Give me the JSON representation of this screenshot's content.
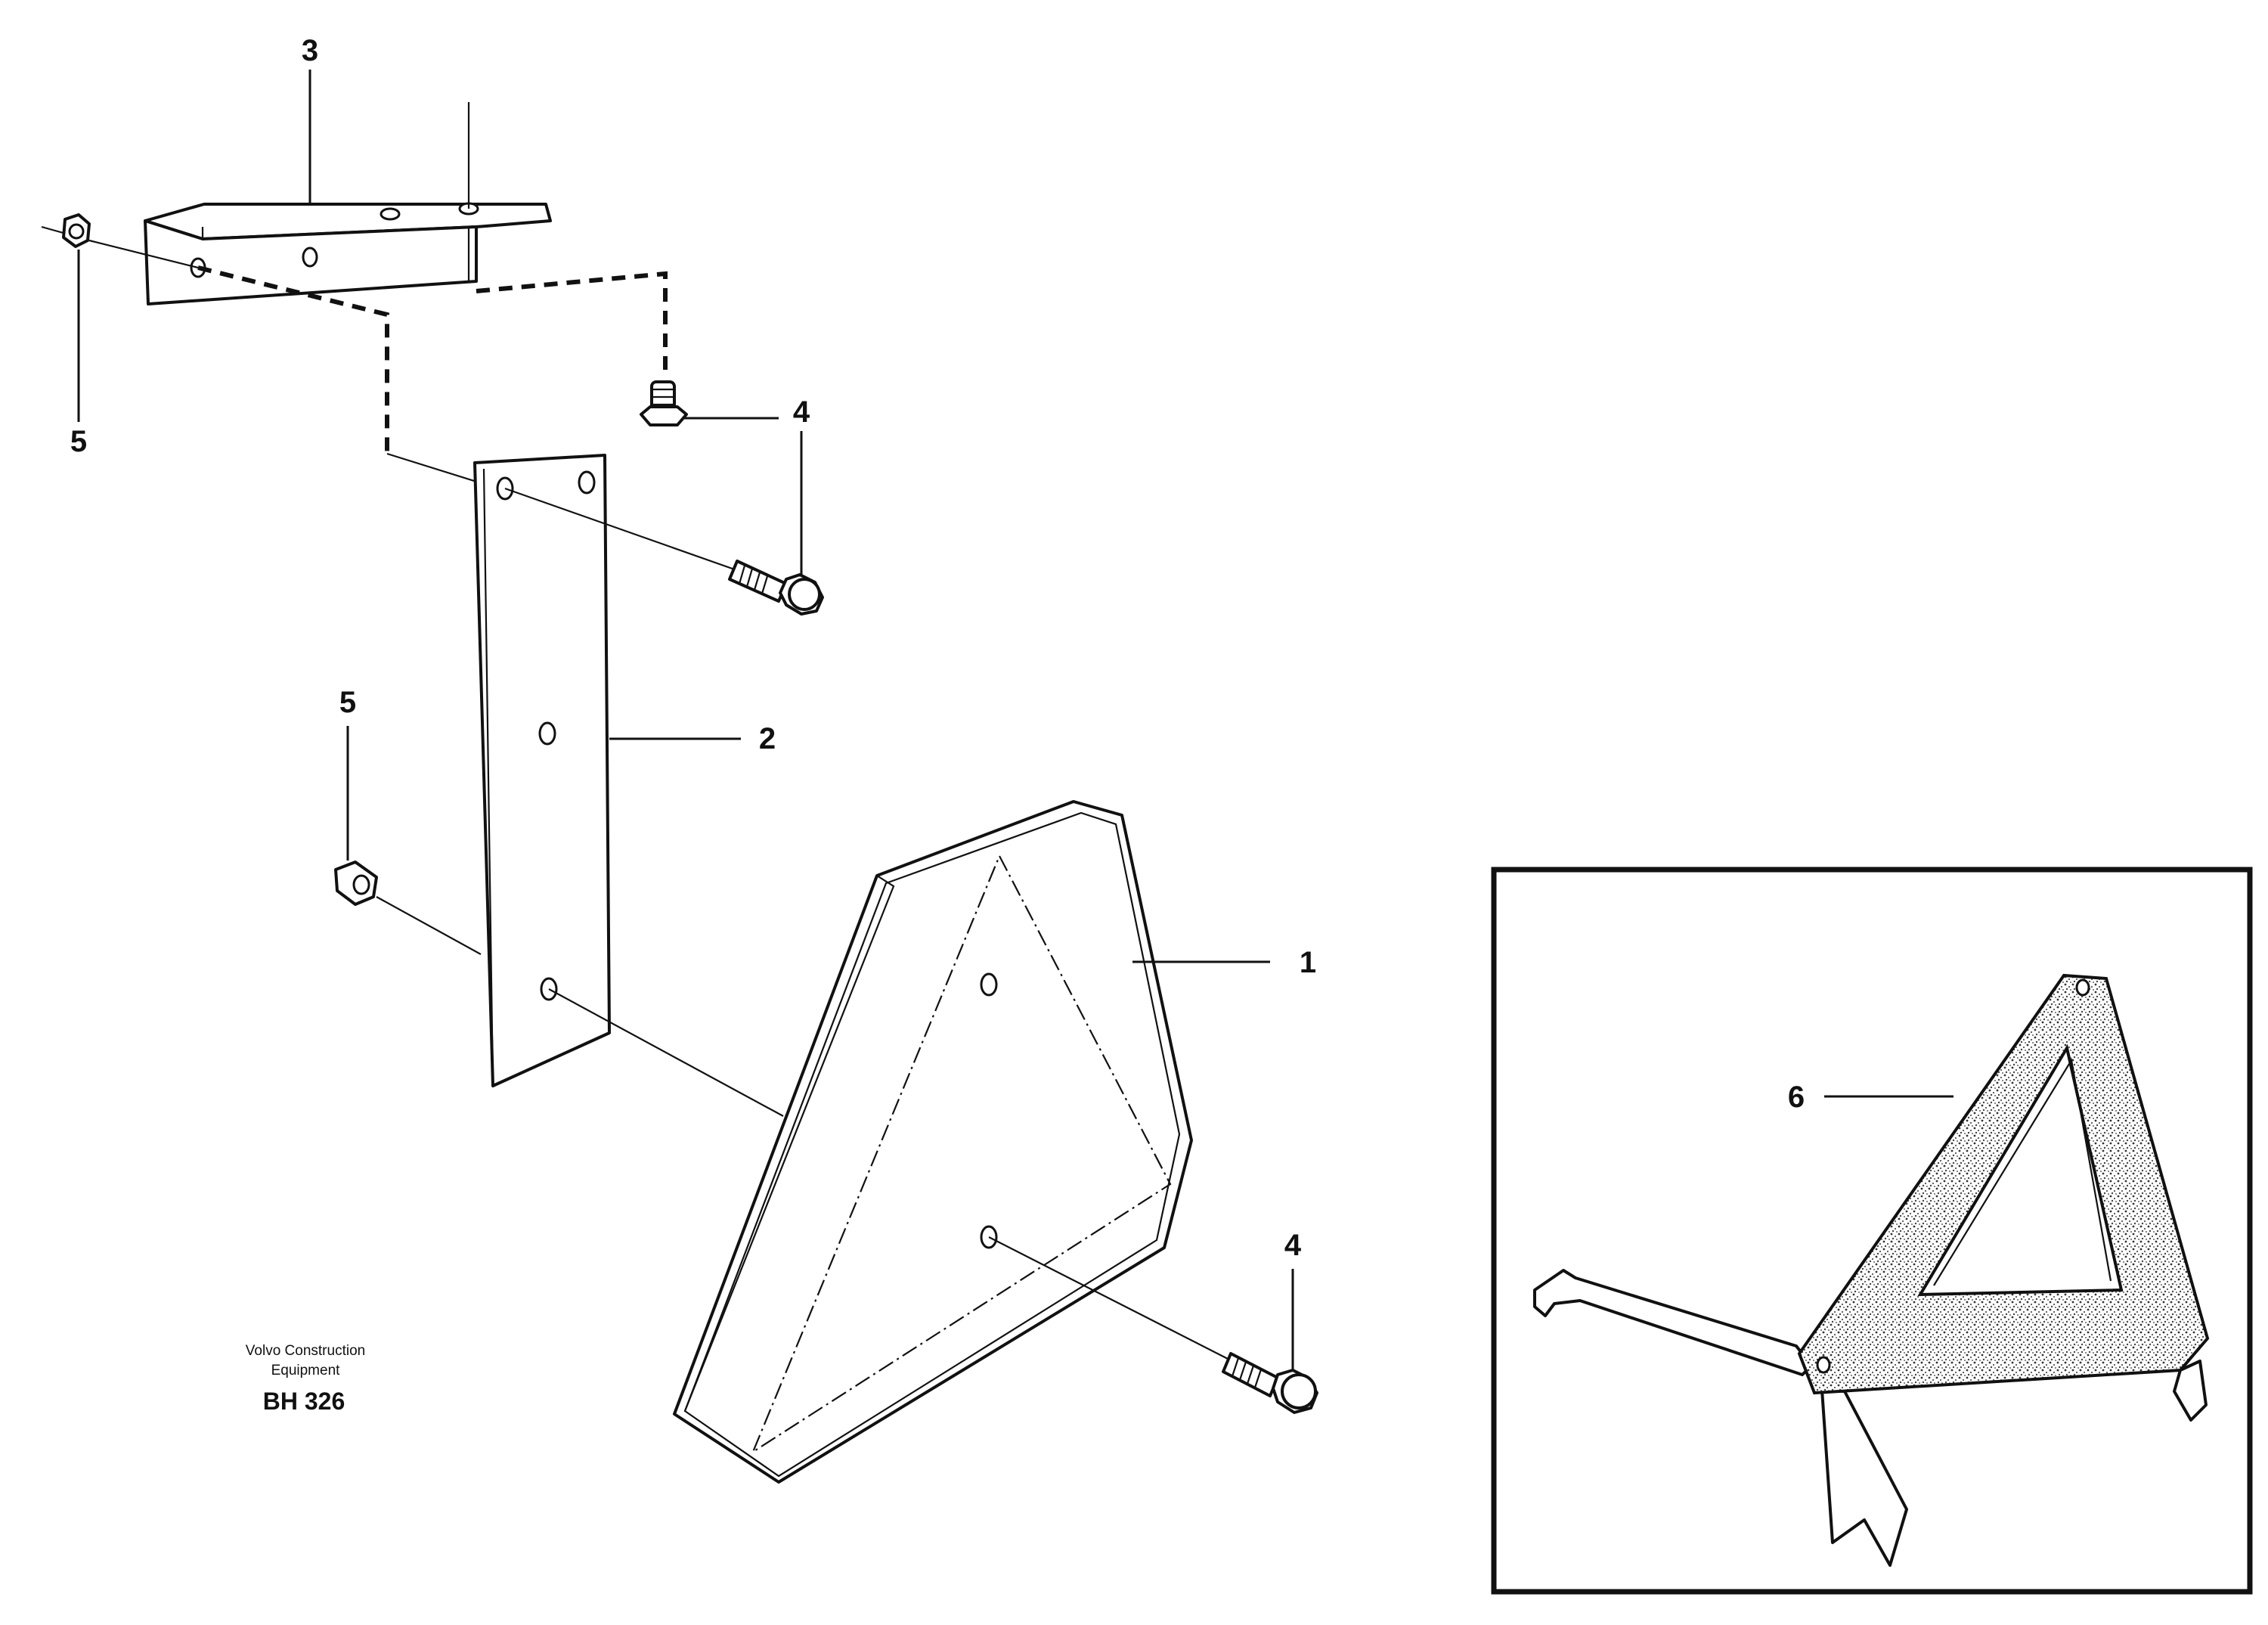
{
  "callouts": {
    "bracket": "3",
    "nut_top": "5",
    "bolt_upper": "4",
    "plate": "2",
    "nut_lower": "5",
    "reflector": "1",
    "bolt_lower": "4",
    "warning_triangle": "6"
  },
  "brand": {
    "line1": "Volvo Construction",
    "line2": "Equipment",
    "code": "BH 326"
  },
  "colors": {
    "ink": "#111111",
    "paper": "#ffffff"
  }
}
